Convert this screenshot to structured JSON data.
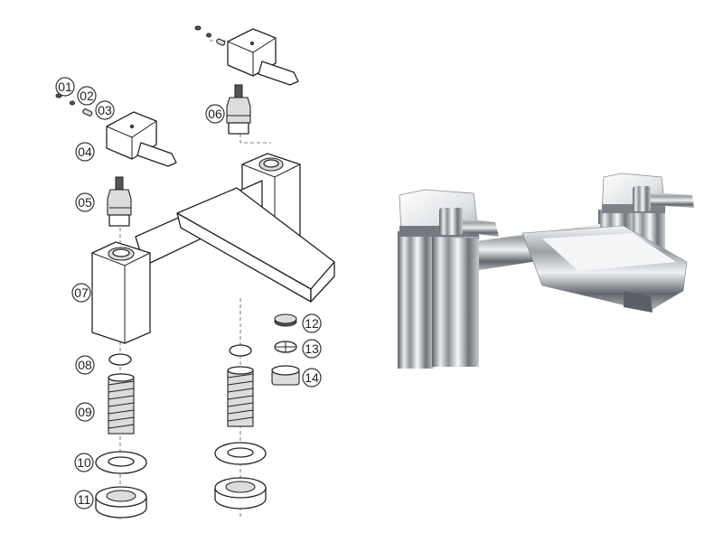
{
  "labels": [
    "01",
    "02",
    "03",
    "04",
    "05",
    "06",
    "07",
    "08",
    "09",
    "10",
    "11",
    "12",
    "13",
    "14"
  ]
}
